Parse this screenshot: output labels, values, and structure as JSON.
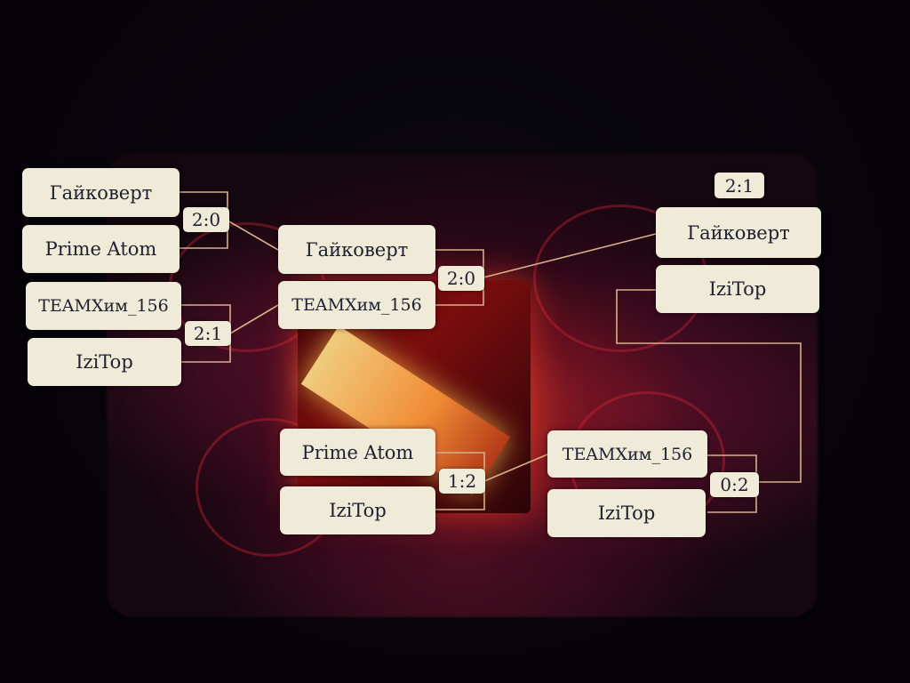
{
  "bracket": {
    "round1": {
      "match1": {
        "team_a": "Гайковерт",
        "team_b": "Prime Atom",
        "score": "2:0"
      },
      "match2": {
        "team_a": "TEAMXим_156",
        "team_b": "IziTop",
        "score": "2:1"
      }
    },
    "round2": {
      "match1": {
        "team_a": "Гайковерт",
        "team_b": "TEAMXим_156",
        "score": "2:0"
      }
    },
    "lower": {
      "match1": {
        "team_a": "Prime Atom",
        "team_b": "IziTop",
        "score": "1:2"
      },
      "match2": {
        "team_a": "TEAMXим_156",
        "team_b": "IziTop",
        "score": "0:2"
      }
    },
    "final": {
      "team_a": "Гайковерт",
      "team_b": "IziTop",
      "score": "2:1"
    }
  },
  "colors": {
    "card": "#efebd8",
    "text": "#202030",
    "connector": "#d8b08a",
    "glow": "#ff3c1e"
  }
}
